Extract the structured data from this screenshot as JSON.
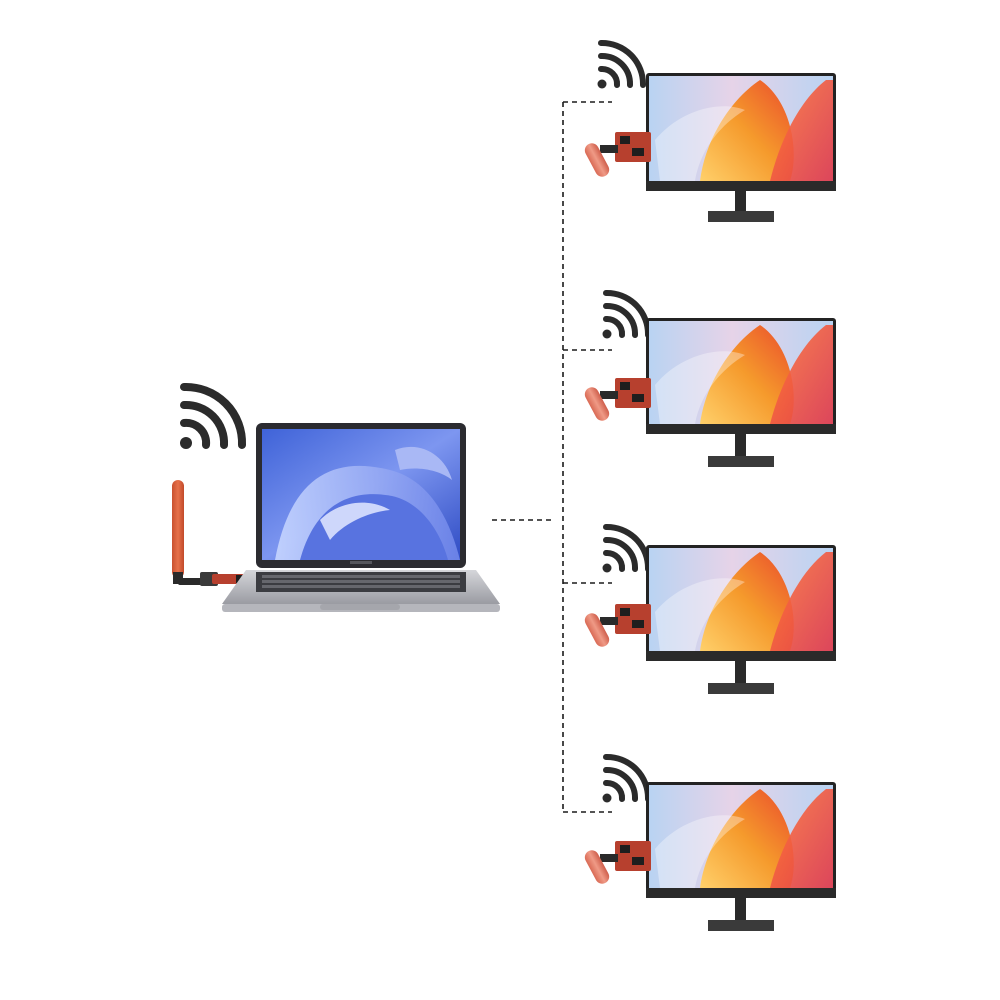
{
  "diagram": {
    "type": "one-to-many wireless display sharing",
    "source": {
      "device": "laptop",
      "accessory": "usb-wireless-transmitter-with-antenna",
      "signal_icon": "wifi-icon"
    },
    "receivers": [
      {
        "device": "monitor",
        "accessory": "usb-wireless-receiver-dongle",
        "signal_icon": "wifi-icon"
      },
      {
        "device": "monitor",
        "accessory": "usb-wireless-receiver-dongle",
        "signal_icon": "wifi-icon"
      },
      {
        "device": "monitor",
        "accessory": "usb-wireless-receiver-dongle",
        "signal_icon": "wifi-icon"
      },
      {
        "device": "monitor",
        "accessory": "usb-wireless-receiver-dongle",
        "signal_icon": "wifi-icon"
      }
    ],
    "connector": "dashed-line",
    "colors": {
      "wifi": "#2b2b2b",
      "antenna": "#d9623f",
      "dongle_body": "#e27a64",
      "adapter": "#b7402e",
      "bezel": "#222222",
      "laptop_body": "#c7c8cd",
      "laptop_screen": "#4d68d6",
      "monitor_screen_warm": "#f28a2b",
      "monitor_screen_cool": "#b9d3f2"
    }
  }
}
